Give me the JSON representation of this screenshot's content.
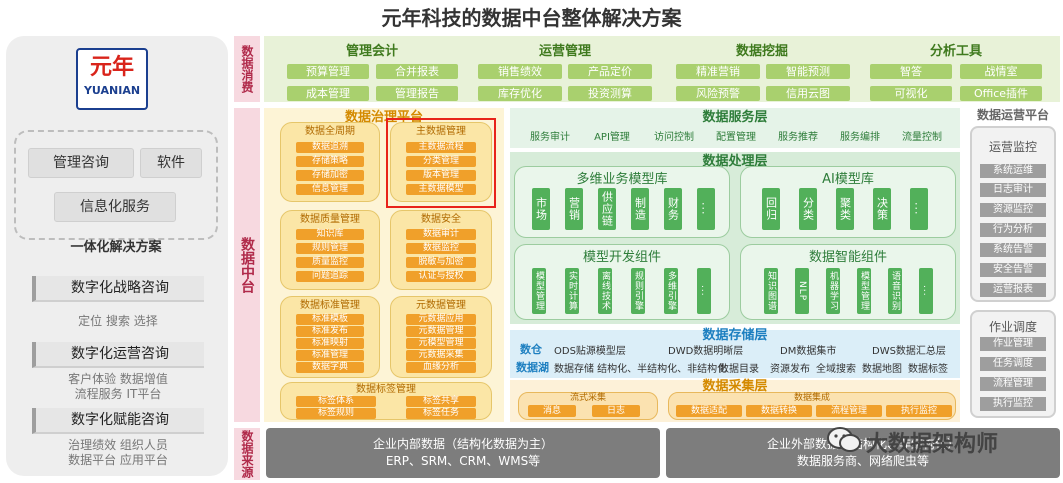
{
  "title": "元年科技的数据中台整体解决方案",
  "left": {
    "logo_cn": "元年",
    "logo_en": "YUANIAN",
    "services": [
      "管理咨询",
      "软件",
      "信息化服务"
    ],
    "solution_label": "一体化解决方案",
    "consulting": [
      {
        "title": "数字化战略咨询",
        "sub": [
          "定位 搜索 选择"
        ]
      },
      {
        "title": "数字化运营咨询",
        "sub": [
          "客户体验 数据增值",
          "流程服务 IT平台"
        ]
      },
      {
        "title": "数字化赋能咨询",
        "sub": [
          "治理绩效 组织人员",
          "数据平台 应用平台"
        ]
      }
    ]
  },
  "side_labels": {
    "consume": "数据消费",
    "center": "数据中台",
    "source": "数据来源"
  },
  "consume": [
    {
      "title": "管理会计",
      "tags": [
        "预算管理",
        "合并报表",
        "成本管理",
        "管理报告"
      ]
    },
    {
      "title": "运营管理",
      "tags": [
        "销售绩效",
        "产品定价",
        "库存优化",
        "投资测算"
      ]
    },
    {
      "title": "数据挖掘",
      "tags": [
        "精准营销",
        "智能预测",
        "风险预警",
        "信用云图"
      ]
    },
    {
      "title": "分析工具",
      "tags": [
        "智答",
        "战情室",
        "可视化",
        "Office插件"
      ]
    }
  ],
  "governance": {
    "title": "数据治理平台",
    "boxes": [
      {
        "title": "数据全周期",
        "tags": [
          "数据追溯",
          "存储策略",
          "存储加密",
          "信息管理"
        ]
      },
      {
        "title": "主数据管理",
        "tags": [
          "主数据流程",
          "分类管理",
          "版本管理",
          "主数据模型"
        ]
      },
      {
        "title": "数据质量管理",
        "tags": [
          "知识库",
          "规则管理",
          "质量监控",
          "问题追踪"
        ]
      },
      {
        "title": "数据安全",
        "tags": [
          "数据审计",
          "数据监控",
          "脱敏与加密",
          "认证与授权"
        ]
      },
      {
        "title": "数据标准管理",
        "tags": [
          "标准模板",
          "标准发布",
          "标准映射",
          "标准管理",
          "数据字典"
        ]
      },
      {
        "title": "元数据管理",
        "tags": [
          "元数据应用",
          "元数据管理",
          "元模型管理",
          "元数据采集",
          "血缘分析"
        ]
      }
    ],
    "label_box": {
      "title": "数据标签管理",
      "tags": [
        "标签体系",
        "标签共享",
        "标签规则",
        "标签任务"
      ]
    }
  },
  "service_layer": {
    "title": "数据服务层",
    "items": [
      "服务审计",
      "API管理",
      "访问控制",
      "配置管理",
      "服务推荐",
      "服务编排",
      "流量控制"
    ]
  },
  "processing_layer": {
    "title": "数据处理层",
    "boxes": [
      {
        "title": "多维业务模型库",
        "tags": [
          "市场",
          "营销",
          "供应链",
          "制造",
          "财务",
          "..."
        ]
      },
      {
        "title": "AI模型库",
        "tags": [
          "回归",
          "分类",
          "聚类",
          "决策",
          "..."
        ]
      },
      {
        "title": "模型开发组件",
        "tags": [
          "模型管理",
          "实时计算",
          "离线技术",
          "规则引擎",
          "多维引擎",
          "..."
        ]
      },
      {
        "title": "数据智能组件",
        "tags": [
          "知识图谱",
          "NLP",
          "机器学习",
          "模型管理",
          "语音识别",
          "..."
        ]
      }
    ]
  },
  "storage_layer": {
    "title": "数据存储层",
    "row1_key": "数仓",
    "row1": [
      "ODS贴源模型层",
      "DWD数据明晰层",
      "DM数据集市",
      "DWS数据汇总层"
    ],
    "row2_key": "数据湖",
    "row2": [
      "数据存储 结构化、半结构化、非结构化",
      "数据目录",
      "资源发布",
      "全域搜索",
      "数据地图",
      "数据标签"
    ]
  },
  "collection_layer": {
    "title": "数据采集层",
    "boxes": [
      {
        "title": "流式采集",
        "tags": [
          "消息",
          "日志"
        ]
      },
      {
        "title": "数据集成",
        "tags": [
          "数据适配",
          "数据转换",
          "流程管理",
          "执行监控"
        ]
      }
    ]
  },
  "ops": {
    "title": "数据运营平台",
    "boxes": [
      {
        "title": "运营监控",
        "tags": [
          "系统运维",
          "日志审计",
          "资源监控",
          "行为分析",
          "系统告警",
          "安全告警",
          "运营报表"
        ]
      },
      {
        "title": "作业调度",
        "tags": [
          "作业管理",
          "任务调度",
          "流程管理",
          "执行监控"
        ]
      }
    ]
  },
  "sources": {
    "internal": [
      "企业内部数据（结构化数据为主）",
      "ERP、SRM、CRM、WMS等"
    ],
    "external": [
      "企业外部数据（结构化、非结构化）",
      "数据服务商、网络爬虫等"
    ]
  },
  "watermark": "大数据架构师",
  "colors": {
    "consume": "#a9d06e",
    "governance": "#f0a02a",
    "processing": "#52b05a",
    "storage": "#1d7fc0",
    "ops": "#9e9e9e",
    "highlight": "#e8231b"
  }
}
